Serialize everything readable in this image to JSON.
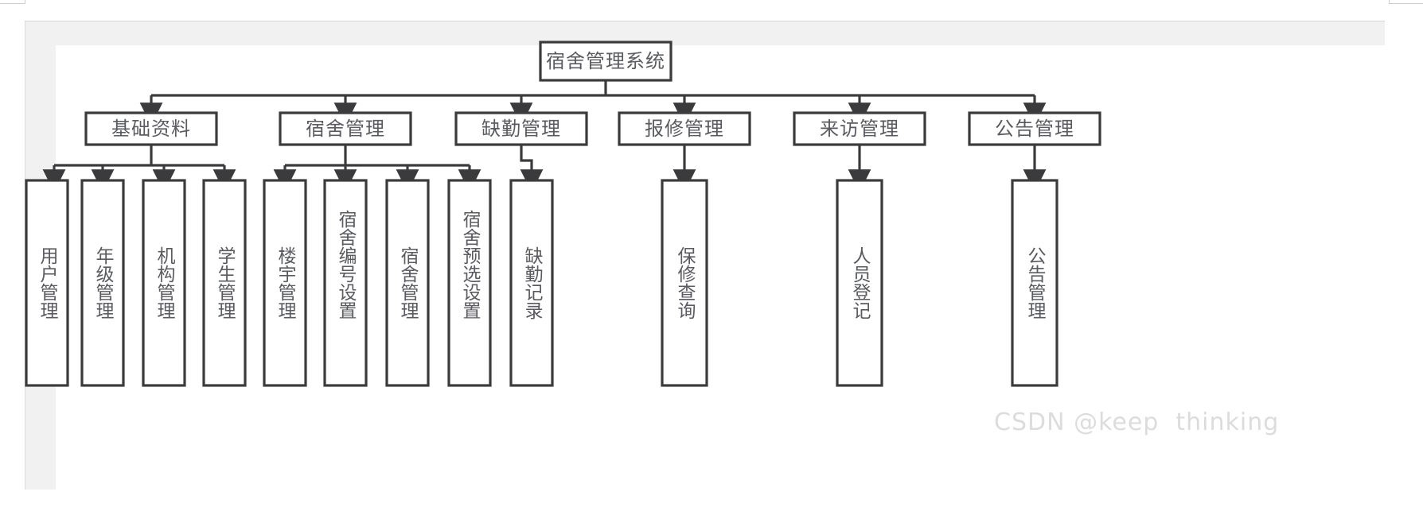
{
  "diagram": {
    "title_text": "宿舍管理系统",
    "root": {
      "label": "宿舍管理系统"
    },
    "level2": [
      {
        "label": "基础资料"
      },
      {
        "label": "宿舍管理"
      },
      {
        "label": "缺勤管理"
      },
      {
        "label": "报修管理"
      },
      {
        "label": "来访管理"
      },
      {
        "label": "公告管理"
      }
    ],
    "leaves": [
      {
        "label": "用户管理",
        "parent": "基础资料"
      },
      {
        "label": "年级管理",
        "parent": "基础资料"
      },
      {
        "label": "机构管理",
        "parent": "基础资料"
      },
      {
        "label": "学生管理",
        "parent": "基础资料"
      },
      {
        "label": "楼宇管理",
        "parent": "宿舍管理"
      },
      {
        "label": "宿舍编号设置",
        "parent": "宿舍管理"
      },
      {
        "label": "宿舍管理",
        "parent": "宿舍管理"
      },
      {
        "label": "宿舍预选设置",
        "parent": "宿舍管理"
      },
      {
        "label": "缺勤记录",
        "parent": "缺勤管理"
      },
      {
        "label": "保修查询",
        "parent": "报修管理"
      },
      {
        "label": "人员登记",
        "parent": "来访管理"
      },
      {
        "label": "公告管理",
        "parent": "公告管理"
      }
    ]
  },
  "watermark": {
    "text": "CSDN @keep  thinking"
  },
  "colors": {
    "stroke": "#3b3b3d",
    "text": "#595b60",
    "panel": "#f1f1f1",
    "canvas": "#ffffff",
    "watermark": "#dcdcdc"
  }
}
